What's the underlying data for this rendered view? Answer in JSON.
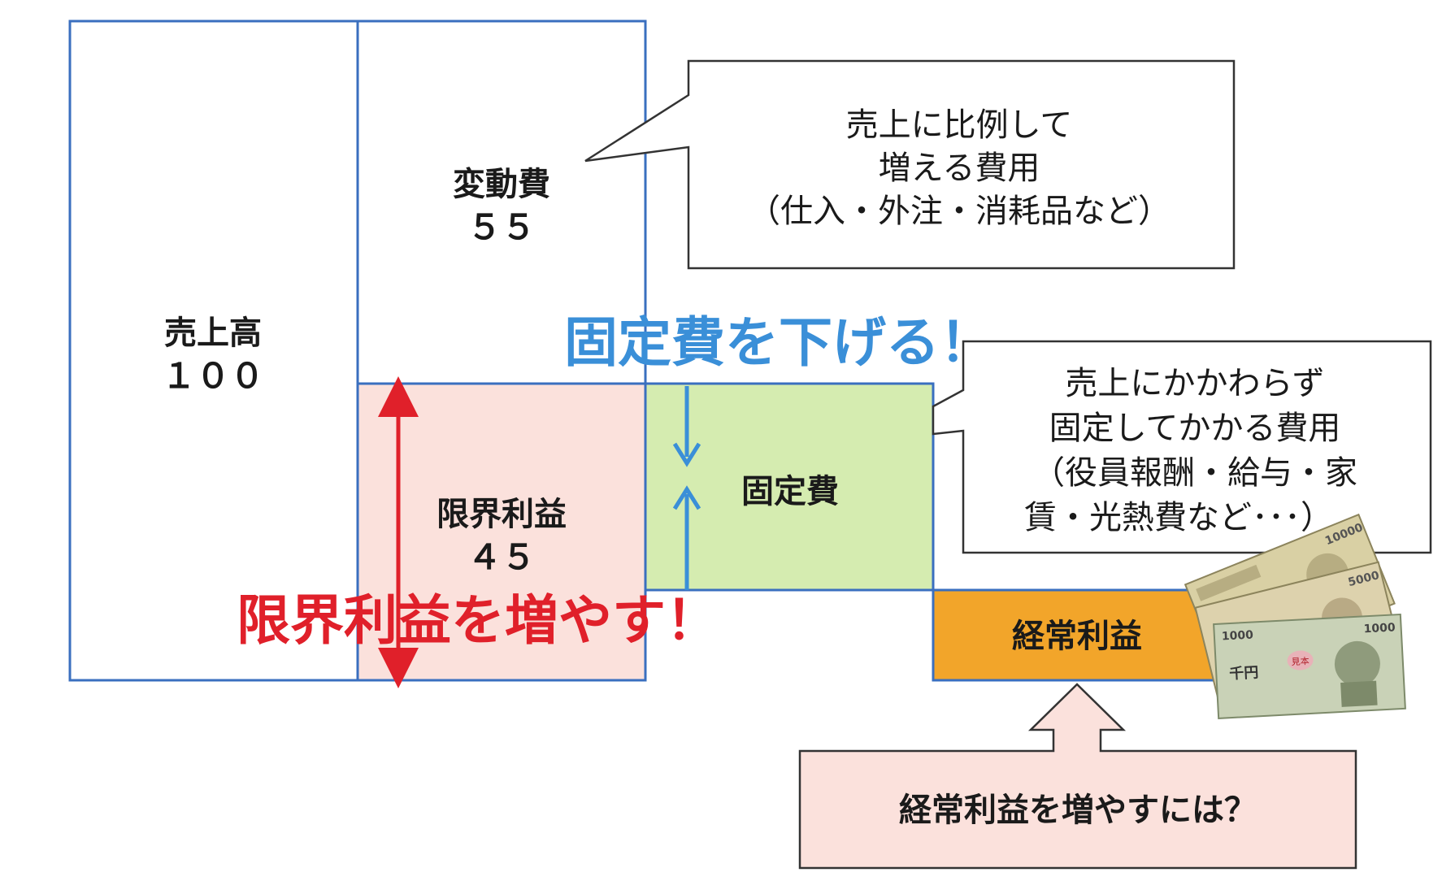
{
  "sales": {
    "label": "売上高",
    "value": "１００"
  },
  "variable_cost": {
    "label": "変動費",
    "value": "５５"
  },
  "marginal_profit": {
    "label": "限界利益",
    "value": "４５"
  },
  "fixed_cost": {
    "label": "固定費"
  },
  "ordinary_profit": {
    "label": "経常利益"
  },
  "variable_note": {
    "lines": [
      "売上に比例して",
      "増える費用",
      "（仕入・外注・消耗品など）"
    ]
  },
  "fixed_note": {
    "lines": [
      "売上にかかわらず",
      "固定してかかる費用",
      "（役員報酬・給与・家",
      "賃・光熱費など･･･）"
    ]
  },
  "reduce_fixed": "固定費を下げる！",
  "increase_marginal": "限界利益を増やす！",
  "question": "経常利益を増やすには？",
  "banknotes": {
    "icon": "yen-banknotes-icon",
    "denominations": [
      "10000",
      "5000",
      "1000"
    ],
    "front_text": "千円",
    "sample_stamp": "見本"
  },
  "colors": {
    "box_stroke": "#3a6fbf",
    "marginal_fill": "#fbe1dc",
    "fixed_fill": "#d5ecb0",
    "profit_fill": "#f2a52a",
    "question_fill": "#fbe1dc",
    "red_accent": "#e0202a",
    "blue_accent": "#3a8fd8"
  }
}
